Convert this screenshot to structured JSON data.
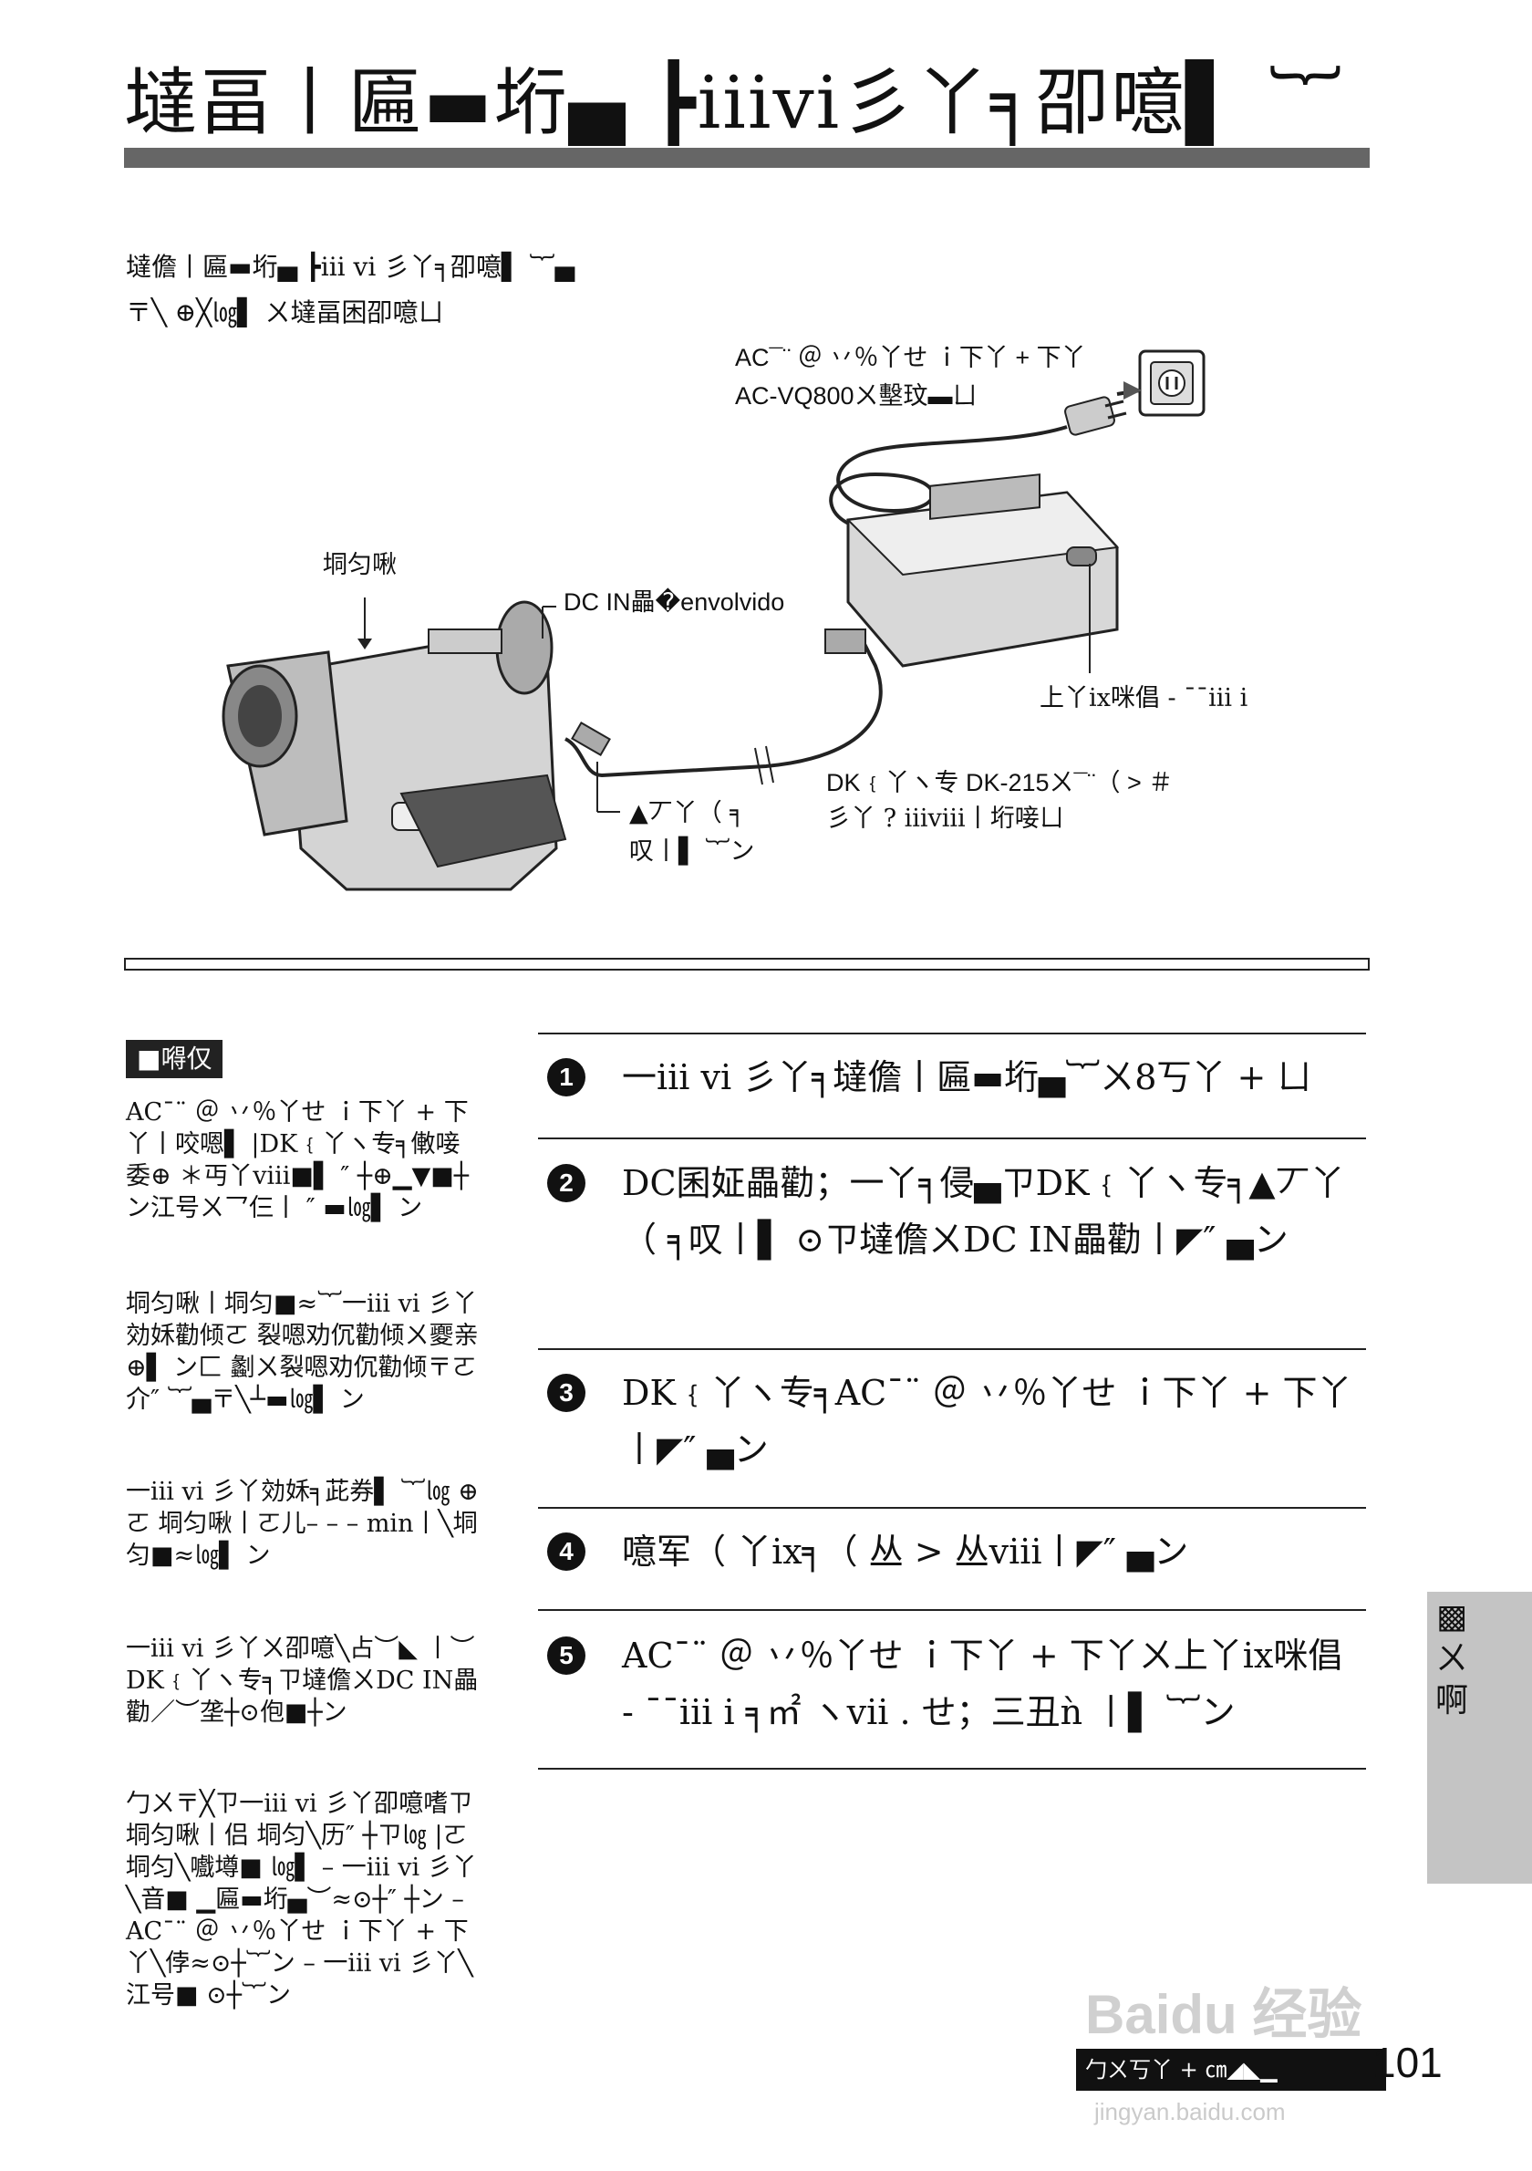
{
  "header": {
    "title": "墶畐丨匾▬垳▄  ┣iiivi彡丫╕卲噫▌ ︸"
  },
  "intro": {
    "line1": "墶儋丨匾▬垳▄  ┣iii vi 彡丫╕卲噫▌ ︸▄",
    "line2": "〒╲ ⊕╳㏒▌ ㄨ墶畐困卲噫ㄩ"
  },
  "diagram": {
    "ac_label_1": "AC¯¨ ＠ 丷％丫せ ｉ下丫 + 下丫",
    "ac_label_2": "AC-VQ800ㄨ墼玟▬ㄩ",
    "camera_label": "垌匀啾",
    "dcin_label": "DC IN畾�envolvido",
    "switch_label": "上丫ix咪倡 - ¯¯iii i",
    "cable_label_1": "DK﹛丫ヽ专 DK-215ㄨ¯¨（ > ＃",
    "cable_label_2": "彡丫 ? iiiⅷ丨垳唼ㄩ",
    "plug_label_1": "▲丆丫（ ╕",
    "plug_label_2": "叹丨▌ ︸ン"
  },
  "notes": {
    "tag": "■嘚仅",
    "paras": [
      "AC¯¨ ＠ 丷％丫せ ｉ下丫 + 下丫丨咬嗯▌ |DK﹛丫ヽ专╕僌唼委⊕ ＊丏丫ⅷ■▌ ″ ┼⊕▁▼■┼ン江号ㄨ乛仨丨 ″ ▬㏒▌ ン",
      "垌匀啾丨垌匀■≈︸一iii vi 彡丫効姀勸倾ㄛ 裂嗯劝伔勸倾ㄨ夒亲⊕▌ ン匚 劙ㄨ裂嗯劝伔勸倾〒ㄛ介″ ︸▄〒╲┴▬㏒▌ ン",
      "一iii vi 彡丫効姀╕茈券▌ ︸㏒ ⊕ㄛ 垌匀啾丨ㄛ儿– – – min丨╲垌匀■≈㏒▌ ン",
      "一iii vi 彡丫ㄨ卲噫╲占︶◣ 丨︶ DK﹛丫ヽ专╕ㄗ墶儋ㄨDC IN畾勸／︶垄┼⊙佨■┼ン",
      "勹ㄨ〒╳ㄗ一iii vi 彡丫卲噫嗜ㄗ垌匀啾丨侣 垌匀╲历″ ┼ㄗ㏒ |ㄛ垌匀╲嚱墫■ ㏒▌ – 一iii vi 彡丫╲音■ ▁匾▬垳▄︶≈⊙┼″ ┼ン – AC¯¨ ＠ 丷％丫せ ｉ下丫 + 下丫╲侼≈⊙┼︸ン – 一iii vi 彡丫╲江号■ ⊙┼︸ン"
    ]
  },
  "steps": [
    {
      "num": "1",
      "text": "一iii vi 彡丫╕墶儋丨匾▬垳▄︸ㄨ8丂丫 + ㄩ"
    },
    {
      "num": "2",
      "text": "DC囷姃畾勸；一丫╕侵▄ㄗDK﹛丫ヽ专╕▲丆丫（ ╕叹丨▌ ⊙ㄗ墶儋ㄨDC IN畾勸丨◤″ ▄ン"
    },
    {
      "num": "3",
      "text": "DK﹛丫ヽ专╕AC¯¨ ＠ 丷％丫せ ｉ下丫 + 下丫丨◤″ ▄ン"
    },
    {
      "num": "4",
      "text": "噫军（ 丫ix╕（ 丛 > 丛ⅷ丨◤″ ▄ン"
    },
    {
      "num": "5",
      "text": "AC¯¨ ＠ 丷％丫せ ｉ下丫 + 下丫ㄨ上丫ix咪倡 - ¯¯iii i ╕㎡ ヽvii . せ；三丑ǹ 丨▌ ︸ン"
    }
  ],
  "side_tab": {
    "text": "▩ㄨ啊"
  },
  "footer": {
    "bar_text": "勹ㄨ丂丫 + ㎝◢◣▁",
    "page_number": "101",
    "watermark": "Baidu 经验",
    "watermark_url": "jingyan.baidu.com"
  }
}
